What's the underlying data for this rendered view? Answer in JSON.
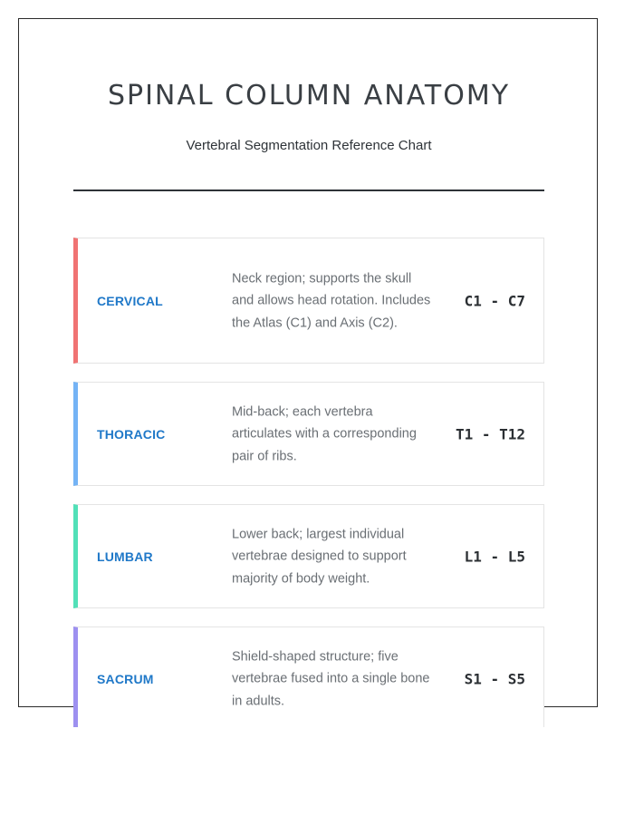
{
  "header": {
    "title": "SPINAL COLUMN ANATOMY",
    "subtitle": "Vertebral Segmentation Reference Chart"
  },
  "regions": [
    {
      "name": "CERVICAL",
      "description": "Neck region; supports the skull and allows head rotation. Includes the Atlas (C1) and Axis (C2).",
      "range": "C1 - C7",
      "accent_color": "#f07373"
    },
    {
      "name": "THORACIC",
      "description": "Mid-back; each vertebra articulates with a corresponding pair of ribs.",
      "range": "T1 - T12",
      "accent_color": "#74b3f5"
    },
    {
      "name": "LUMBAR",
      "description": "Lower back; largest individual vertebrae designed to support majority of body weight.",
      "range": "L1 - L5",
      "accent_color": "#52e0b8"
    },
    {
      "name": "SACRUM",
      "description": "Shield-shaped structure; five vertebrae fused into a single bone in adults.",
      "range": "S1 - S5",
      "accent_color": "#9d90f0"
    }
  ]
}
